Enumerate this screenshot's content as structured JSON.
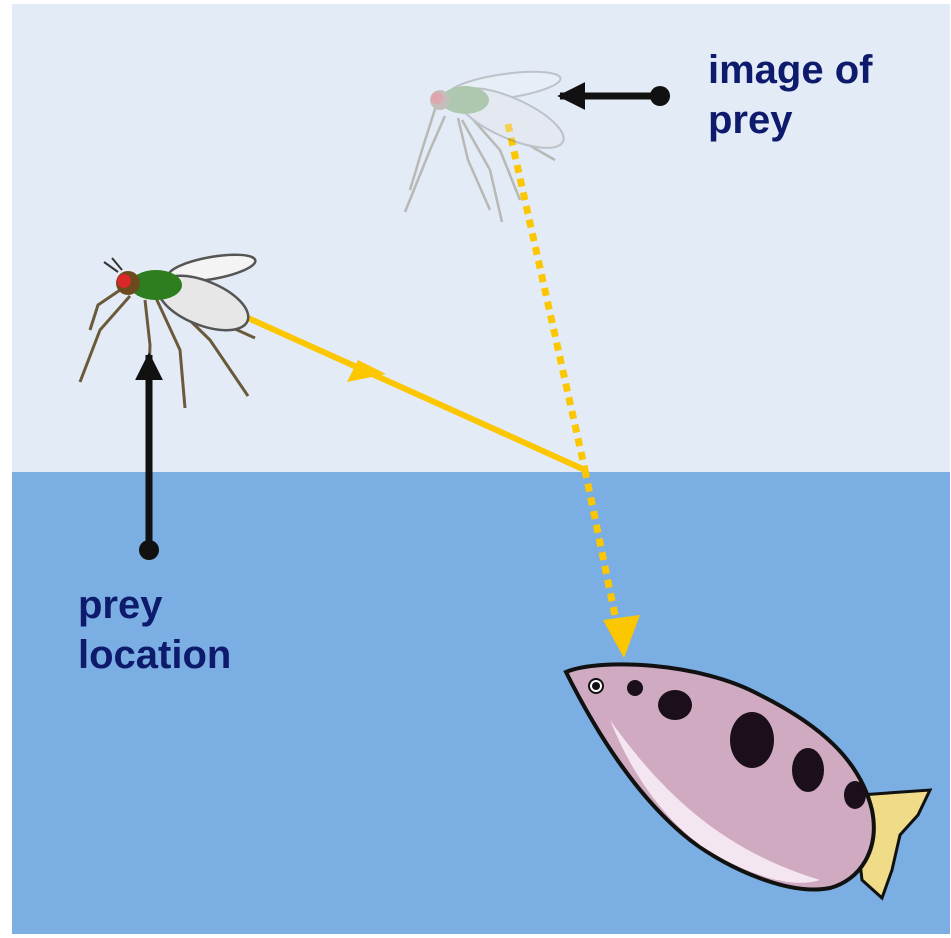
{
  "labels": {
    "image_of_prey": [
      "image of",
      "prey"
    ],
    "prey_location": [
      "prey",
      "location"
    ]
  },
  "colors": {
    "air": "#e3ebf7",
    "water": "#7baee2",
    "ray": "#fcc600",
    "label_text": "#0e1a6b",
    "pointer": "#111111"
  },
  "icons": {
    "fly": "fly-icon",
    "fly_image": "fly-image-icon",
    "fish": "archerfish-icon"
  }
}
